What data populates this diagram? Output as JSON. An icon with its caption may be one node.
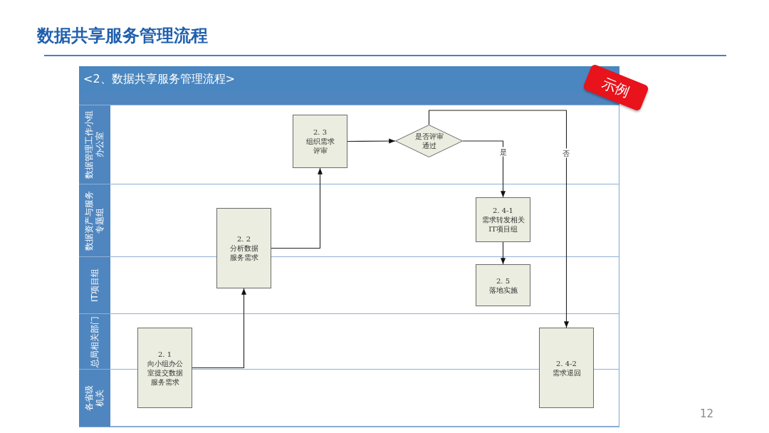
{
  "diagram": {
    "title": "数据共享服务管理流程",
    "nodes": [
      {
        "text": [
          "<2、数据共享服务管理流程>"
        ]
      },
      {
        "text": [
          "数据管理工作小组办公室"
        ]
      },
      {
        "text": [
          "数据资产与服务专题组"
        ]
      },
      {
        "text": [
          "IT项目组"
        ]
      },
      {
        "text": [
          "总局相关部门"
        ]
      },
      {
        "text": [
          "各省级机关"
        ]
      },
      {
        "text": [
          "2. 1",
          "向小组办公室提交数据服务需求"
        ]
      },
      {
        "text": [
          "2. 2",
          "分析数据服务需求"
        ]
      },
      {
        "text": [
          "2. 3",
          "组织需求评审"
        ]
      },
      {
        "text": [
          "是否评审通过"
        ]
      },
      {
        "text": [
          "2. 4-1",
          "需求转发相关IT项目组"
        ]
      },
      {
        "text": [
          "2. 5",
          "落地实施"
        ]
      },
      {
        "text": [
          "2. 4-2",
          "需求退回"
        ]
      },
      {
        "text": [
          "示例"
        ]
      }
    ],
    "edges": [
      {
        "from": 6,
        "to": 7,
        "arrow": "to"
      },
      {
        "from": 7,
        "to": 8,
        "arrow": "to"
      },
      {
        "from": 8,
        "to": 9,
        "arrow": "to"
      },
      {
        "from": 9,
        "to": 10,
        "arrow": "to",
        "label": "是"
      },
      {
        "from": 9,
        "to": 12,
        "arrow": "to",
        "label": "否"
      },
      {
        "from": 10,
        "to": 11,
        "arrow": "to"
      }
    ],
    "labels": [
      "12"
    ]
  }
}
